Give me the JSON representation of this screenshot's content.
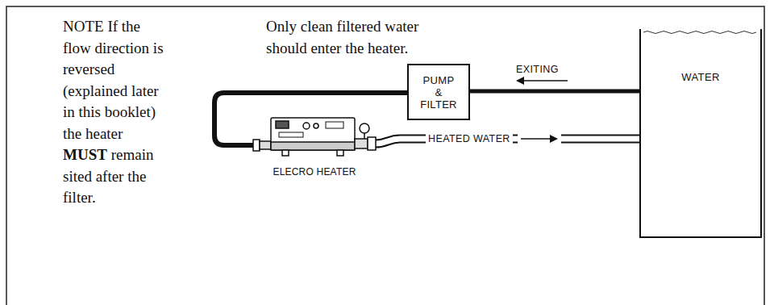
{
  "diagram": {
    "nodes": [
      {
        "text": [
          "PUMP & FILTER"
        ]
      },
      {
        "text": [
          "WATER"
        ]
      },
      {
        "text": [
          "ELECRO HEATER"
        ]
      }
    ],
    "edges": [
      {
        "from": 1,
        "to": 0,
        "arrow": "none",
        "label": "EXITING"
      },
      {
        "from": 0,
        "to": 2,
        "arrow": "none"
      },
      {
        "from": 2,
        "to": 1,
        "arrow": "none",
        "label": "HEATED WATER"
      }
    ],
    "labels": [
      "NOTE If the flow direction is reversed (explained later in this booklet) the heater",
      "MUST",
      "remain sited after the filter.",
      "Only clean filtered water should enter the heater."
    ]
  }
}
